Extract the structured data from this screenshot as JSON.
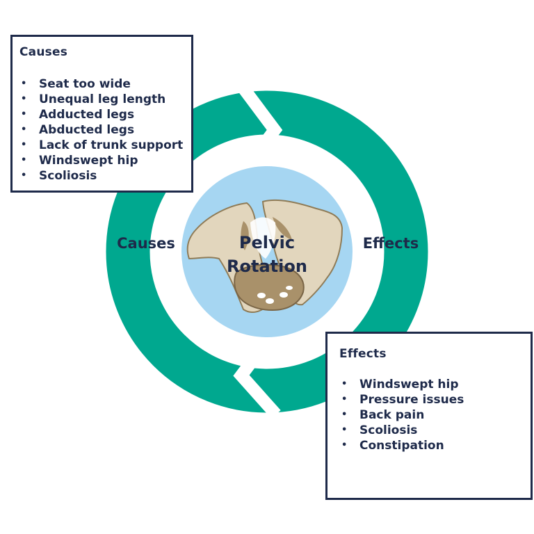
{
  "center_title": [
    "Pelvic",
    "Rotation"
  ],
  "ring_labels": {
    "left": "Causes",
    "right": "Effects"
  },
  "causes_box": {
    "title": "Causes",
    "items": [
      "Seat too wide",
      "Unequal leg length",
      "Adducted legs",
      "Abducted legs",
      "Lack of trunk support",
      "Windswept hip",
      "Scoliosis"
    ]
  },
  "effects_box": {
    "title": "Effects",
    "items": [
      "Windswept hip",
      "Pressure issues",
      "Back pain",
      "Scoliosis",
      "Constipation"
    ]
  },
  "colors": {
    "ring": "#00a88f",
    "inner_circle": "#a6d6f2",
    "navy_text": "#1e2a4a",
    "bone": "#e2d6bd",
    "bone_dark": "#a9916a",
    "box_border": "#1e2a4a"
  }
}
